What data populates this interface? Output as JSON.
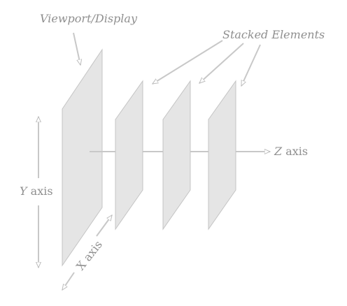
{
  "labels": {
    "viewport": "Viewport/Display",
    "stacked": "Stacked Elements",
    "z_letter": "Z",
    "z_word": " axis",
    "y_letter": "Y",
    "y_word": " axis",
    "x_label": "X axis"
  },
  "colors": {
    "plane_fill": "#e5e5e5",
    "plane_stroke": "#c4c4c4",
    "arrow": "#c8c8c8",
    "text": "#8f8f8f"
  }
}
